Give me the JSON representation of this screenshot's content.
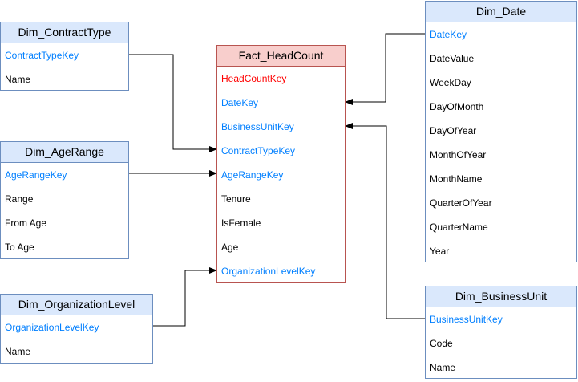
{
  "colors": {
    "dimension_header": "#dae8fc",
    "dimension_border": "#6c8ebf",
    "fact_header": "#f8cecc",
    "fact_border": "#b85450",
    "key_blue": "#007fff",
    "key_red": "#ff0000",
    "connector": "#000000"
  },
  "dim_contracttype": {
    "title": "Dim_ContractType",
    "fields": [
      "ContractTypeKey",
      "Name"
    ]
  },
  "dim_agerange": {
    "title": "Dim_AgeRange",
    "fields": [
      "AgeRangeKey",
      "Range",
      "From Age",
      "To Age"
    ]
  },
  "dim_organizationlevel": {
    "title": "Dim_OrganizationLevel",
    "fields": [
      "OrganizationLevelKey",
      "Name"
    ]
  },
  "fact_headcount": {
    "title": "Fact_HeadCount",
    "fields": [
      "HeadCountKey",
      "DateKey",
      "BusinessUnitKey",
      "ContractTypeKey",
      "AgeRangeKey",
      "Tenure",
      "IsFemale",
      "Age",
      "OrganizationLevelKey"
    ]
  },
  "dim_date": {
    "title": "Dim_Date",
    "fields": [
      "DateKey",
      "DateValue",
      "WeekDay",
      "DayOfMonth",
      "DayOfYear",
      "MonthOfYear",
      "MonthName",
      "QuarterOfYear",
      "QuarterName",
      "Year"
    ]
  },
  "dim_businessunit": {
    "title": "Dim_BusinessUnit",
    "fields": [
      "BusinessUnitKey",
      "Code",
      "Name"
    ]
  }
}
